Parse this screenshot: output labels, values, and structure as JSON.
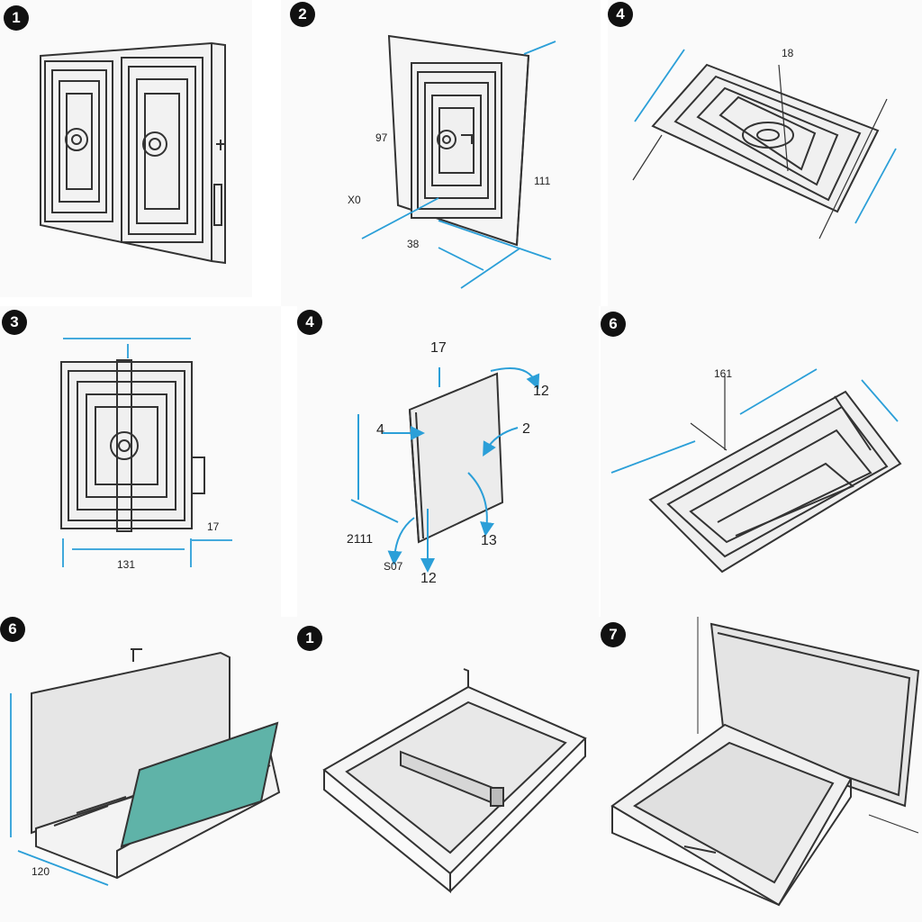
{
  "panels": [
    {
      "badge": "1",
      "labels": []
    },
    {
      "badge": "2",
      "labels": [
        "97",
        "111",
        "X0",
        "38"
      ]
    },
    {
      "badge": "4",
      "labels": [
        "18"
      ]
    },
    {
      "badge": "3",
      "labels": [
        "131",
        "17"
      ]
    },
    {
      "badge": "4",
      "labels": [
        "17",
        "12",
        "4",
        "2",
        "2111",
        "13",
        "S07",
        "12"
      ]
    },
    {
      "badge": "6",
      "labels": [
        "161"
      ]
    },
    {
      "badge": "6",
      "labels": [
        "120"
      ]
    },
    {
      "badge": "1",
      "labels": []
    },
    {
      "badge": "7",
      "labels": []
    }
  ],
  "colors": {
    "dimension_line": "#2b9fd8",
    "linework": "#333333",
    "panel_fill": "#e4e4e4",
    "lid_fill": "#5fb3a8",
    "badge": "#111111"
  }
}
